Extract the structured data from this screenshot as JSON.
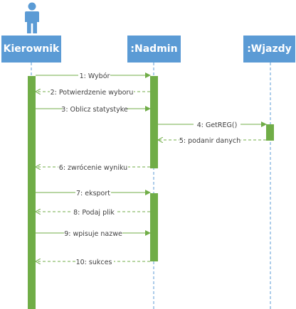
{
  "diagram": {
    "actor_icon": "person-icon",
    "lifelines": [
      {
        "id": "kierownik",
        "label": "Kierownik"
      },
      {
        "id": "nadmin",
        "label": ":Nadmin"
      },
      {
        "id": "wjazdy",
        "label": ":Wjazdy"
      }
    ],
    "messages": [
      {
        "label": "1: Wybór",
        "from": "kierownik",
        "to": "nadmin",
        "kind": "call"
      },
      {
        "label": "2: Potwierdzenie wyboru",
        "from": "nadmin",
        "to": "kierownik",
        "kind": "return"
      },
      {
        "label": "3: Oblicz statystyke",
        "from": "kierownik",
        "to": "nadmin",
        "kind": "call"
      },
      {
        "label": "4: GetREG()",
        "from": "nadmin",
        "to": "wjazdy",
        "kind": "call"
      },
      {
        "label": "5: podanir danych",
        "from": "wjazdy",
        "to": "nadmin",
        "kind": "return"
      },
      {
        "label": "6: zwrócenie wyniku",
        "from": "nadmin",
        "to": "kierownik",
        "kind": "return"
      },
      {
        "label": "7: eksport",
        "from": "kierownik",
        "to": "nadmin",
        "kind": "call"
      },
      {
        "label": "8: Podaj plik",
        "from": "nadmin",
        "to": "kierownik",
        "kind": "return"
      },
      {
        "label": "9: wpisuje nazwe",
        "from": "kierownik",
        "to": "nadmin",
        "kind": "call"
      },
      {
        "label": "10: sukces",
        "from": "nadmin",
        "to": "kierownik",
        "kind": "return"
      }
    ],
    "colors": {
      "header": "#5b9bd5",
      "header_text": "#ffffff",
      "activation": "#70ad47",
      "lifeline": "#5b9bd5",
      "message_text": "#404040"
    }
  }
}
